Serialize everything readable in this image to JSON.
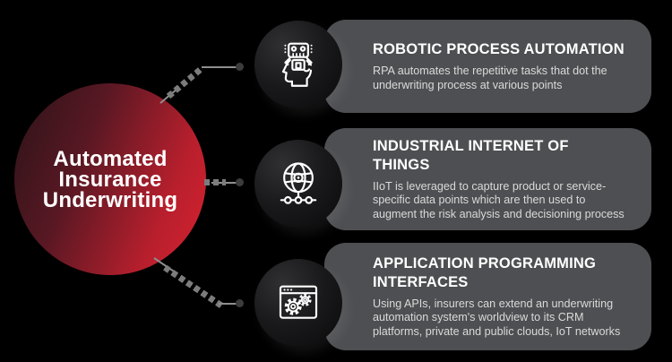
{
  "center": {
    "lines": [
      "Automated",
      "Insurance",
      "Underwriting"
    ]
  },
  "cards": [
    {
      "title": "ROBOTIC PROCESS AUTOMATION",
      "description": "RPA automates the repetitive tasks that dot the underwriting process at various points",
      "icon": "rpa-robot-head-icon"
    },
    {
      "title": "INDUSTRIAL INTERNET OF THINGS",
      "description": "IIoT is leveraged to capture product or service-specific data points which are then used to augment the risk analysis and decisioning process",
      "icon": "iot-globe-network-icon"
    },
    {
      "title": "APPLICATION PROGRAMMING INTERFACES",
      "description": "Using APIs, insurers can extend an underwriting automation system's worldview to its CRM platforms, private and public clouds, IoT networks",
      "icon": "api-browser-gears-icon"
    }
  ],
  "colors": {
    "background": "#000000",
    "accent_red": "#d2212f",
    "accent_red_dark": "#2c1318",
    "card_gray": "#4e4f52",
    "connector_gray": "#7c7c7c",
    "title_white": "#ffffff",
    "body_text": "#dadada"
  }
}
